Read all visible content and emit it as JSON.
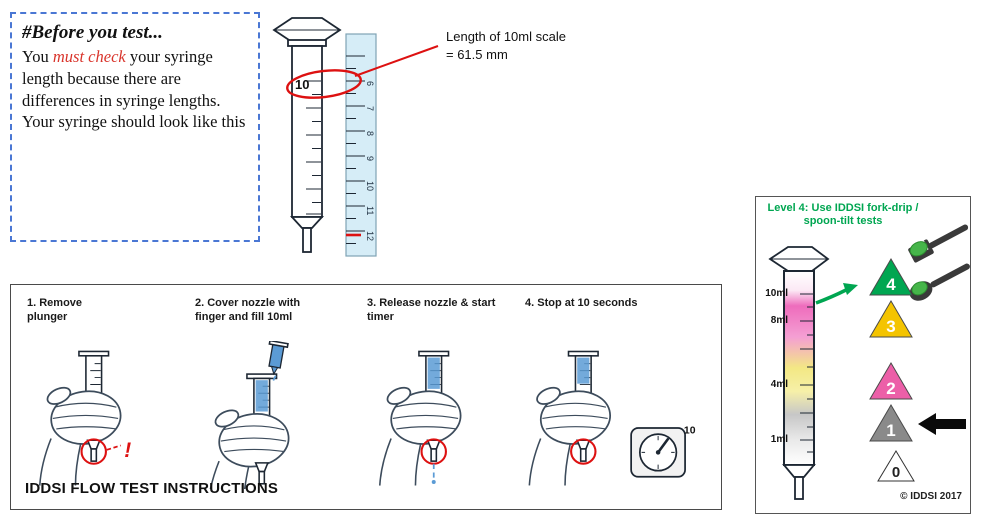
{
  "before_box": {
    "title": "#Before you test...",
    "body_pre": "You ",
    "body_em": "must check",
    "body_post": " your syringe length because there are differences in syringe lengths. Your syringe should look like this"
  },
  "ruler_figure": {
    "syringe_scale_label": "10",
    "ruler_numbers": [
      "6",
      "7",
      "8",
      "9",
      "10",
      "11",
      "12"
    ],
    "annotation": {
      "line1": "Length of 10ml scale",
      "line2": "= 61.5 mm"
    }
  },
  "instructions": {
    "title": "IDDSI FLOW TEST INSTRUCTIONS",
    "steps": [
      {
        "label": "1. Remove plunger"
      },
      {
        "label": "2. Cover nozzle with finger and fill 10ml"
      },
      {
        "label": "3. Release nozzle & start timer"
      },
      {
        "label": "4. Stop at 10 seconds"
      }
    ],
    "warning_mark": "!",
    "timer_value": "10"
  },
  "level_panel": {
    "title": "Level 4: Use IDDSI fork-drip / spoon-tilt tests",
    "ml_labels": [
      "10ml",
      "8ml",
      "4ml",
      "1ml"
    ],
    "levels": [
      {
        "num": "4",
        "color": "#00A651"
      },
      {
        "num": "3",
        "color": "#F4C400"
      },
      {
        "num": "2",
        "color": "#EC5FA8"
      },
      {
        "num": "1",
        "color": "#8A8A8A"
      },
      {
        "num": "0",
        "color": "#FFFFFF"
      }
    ],
    "copyright": "© IDDSI 2017"
  },
  "colors": {
    "liquid_blue": "#5b9bd5",
    "annotation_red": "#DD1111",
    "iddsi_green": "#00A651",
    "dashed_border_blue": "#4A77D4"
  }
}
